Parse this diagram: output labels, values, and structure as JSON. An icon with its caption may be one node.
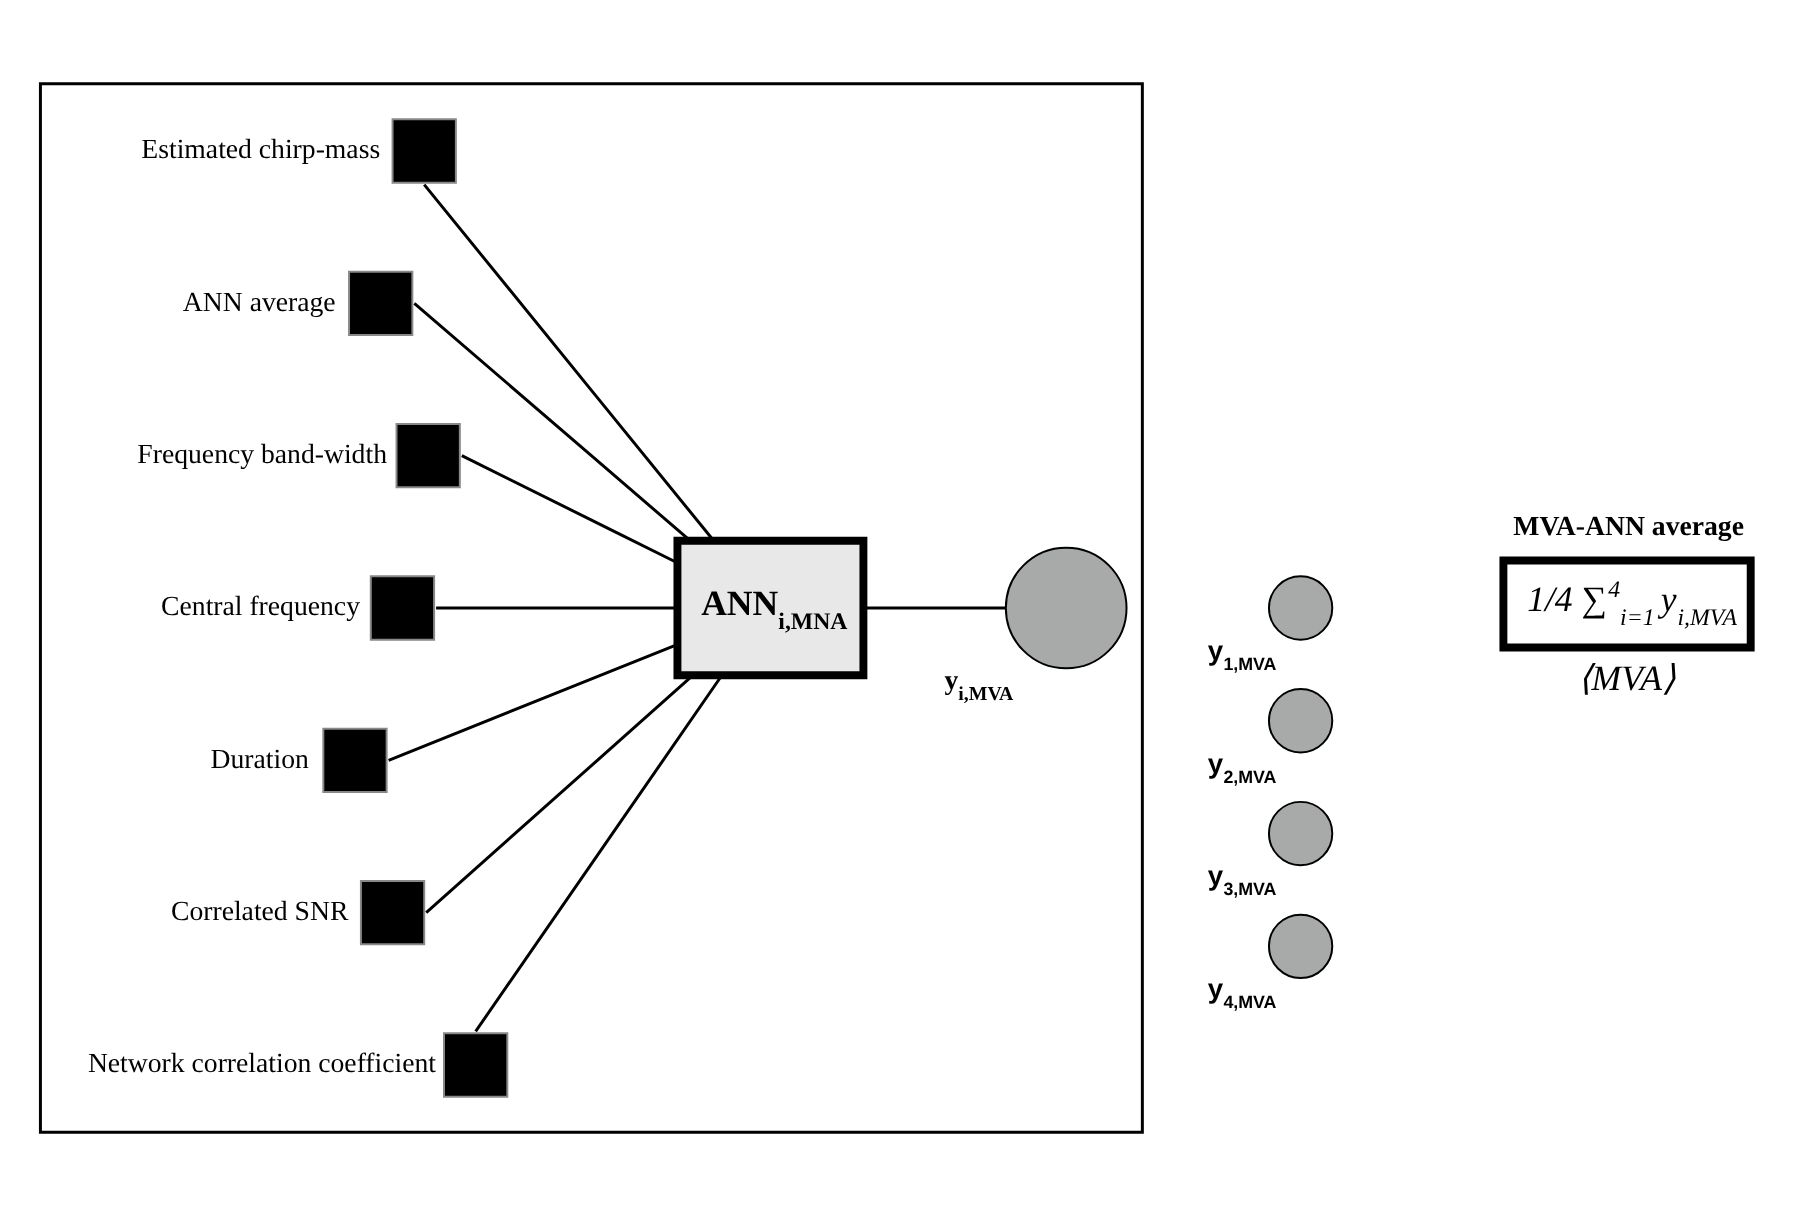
{
  "diagram": {
    "nodes": [
      {
        "text": [],
        "shape": "box"
      },
      {
        "text": [
          "Estimated chirp-mass"
        ],
        "in": 0
      },
      {
        "text": [
          "ANN average"
        ],
        "in": 0
      },
      {
        "text": [
          "Frequency band-width"
        ],
        "in": 0
      },
      {
        "text": [
          "Central frequency"
        ],
        "in": 0
      },
      {
        "text": [
          "ANN$_{i,MNA}$"
        ],
        "in": 0
      },
      {
        "text": [
          "y$_{i,MVA}$"
        ],
        "in": 0
      },
      {
        "text": [
          "Duration"
        ],
        "in": 0
      },
      {
        "text": [
          "Correlated SNR"
        ],
        "in": 0
      },
      {
        "text": [
          "Network correlation coefficient"
        ],
        "in": 0
      },
      {
        "text": [
          "y$_{1,MVA}$"
        ]
      },
      {
        "text": [
          "y$_{2,MVA}$"
        ]
      },
      {
        "text": [
          "y$_{3,MVA}$"
        ]
      },
      {
        "text": [
          "y$_{4,MVA}$"
        ]
      },
      {
        "text": [
          "MVA-ANN average",
          "1/4 ∑$^{4}$$_{i=1}$ y$_{i,MVA}$"
        ],
        "beside": [
          "⟨MVA⟩"
        ]
      }
    ],
    "edges": [
      {
        "from": 1,
        "to": 5,
        "arrow": "none"
      },
      {
        "from": 2,
        "to": 5,
        "arrow": "none"
      },
      {
        "from": 3,
        "to": 5,
        "arrow": "none"
      },
      {
        "from": 4,
        "to": 5,
        "arrow": "none"
      },
      {
        "from": 7,
        "to": 5,
        "arrow": "none"
      },
      {
        "from": 8,
        "to": 5,
        "arrow": "none"
      },
      {
        "from": 9,
        "to": 5,
        "arrow": "none"
      },
      {
        "from": 5,
        "to": 6,
        "arrow": "none"
      }
    ]
  }
}
